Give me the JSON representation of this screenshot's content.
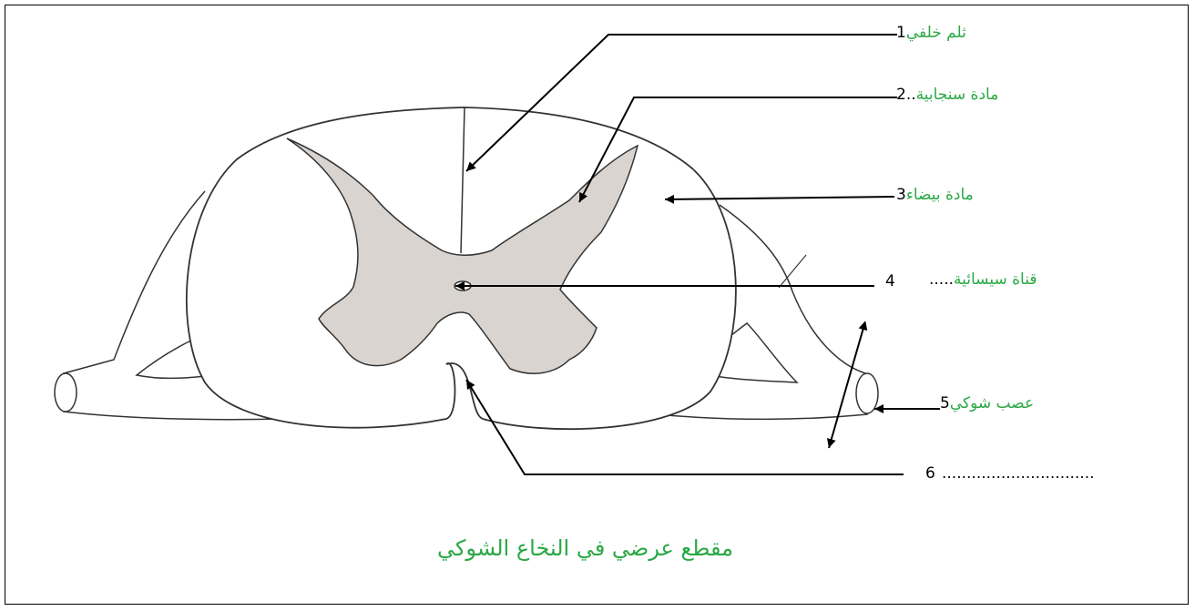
{
  "diagram": {
    "title": "مقطع عرضي في النخاع الشوكي",
    "labels": [
      {
        "id": "label-1",
        "number": "1",
        "text": "ثلم خلفي",
        "prefix": ""
      },
      {
        "id": "label-2",
        "number": "2..",
        "text": "مادة سنجابية",
        "prefix": ""
      },
      {
        "id": "label-3",
        "number": "3",
        "text": "مادة بيضاء",
        "prefix": ""
      },
      {
        "id": "label-4",
        "number": "4",
        "text": "قناة سيسائية",
        "prefix": "....."
      },
      {
        "id": "label-5",
        "number": "5",
        "text": "عصب شوكي",
        "prefix": ""
      },
      {
        "id": "label-6",
        "number": "6",
        "text": "...............................",
        "prefix": ""
      }
    ],
    "colors": {
      "label_text": "#2aa845",
      "grey_matter": "#d9d4cf",
      "line": "#000000"
    }
  }
}
